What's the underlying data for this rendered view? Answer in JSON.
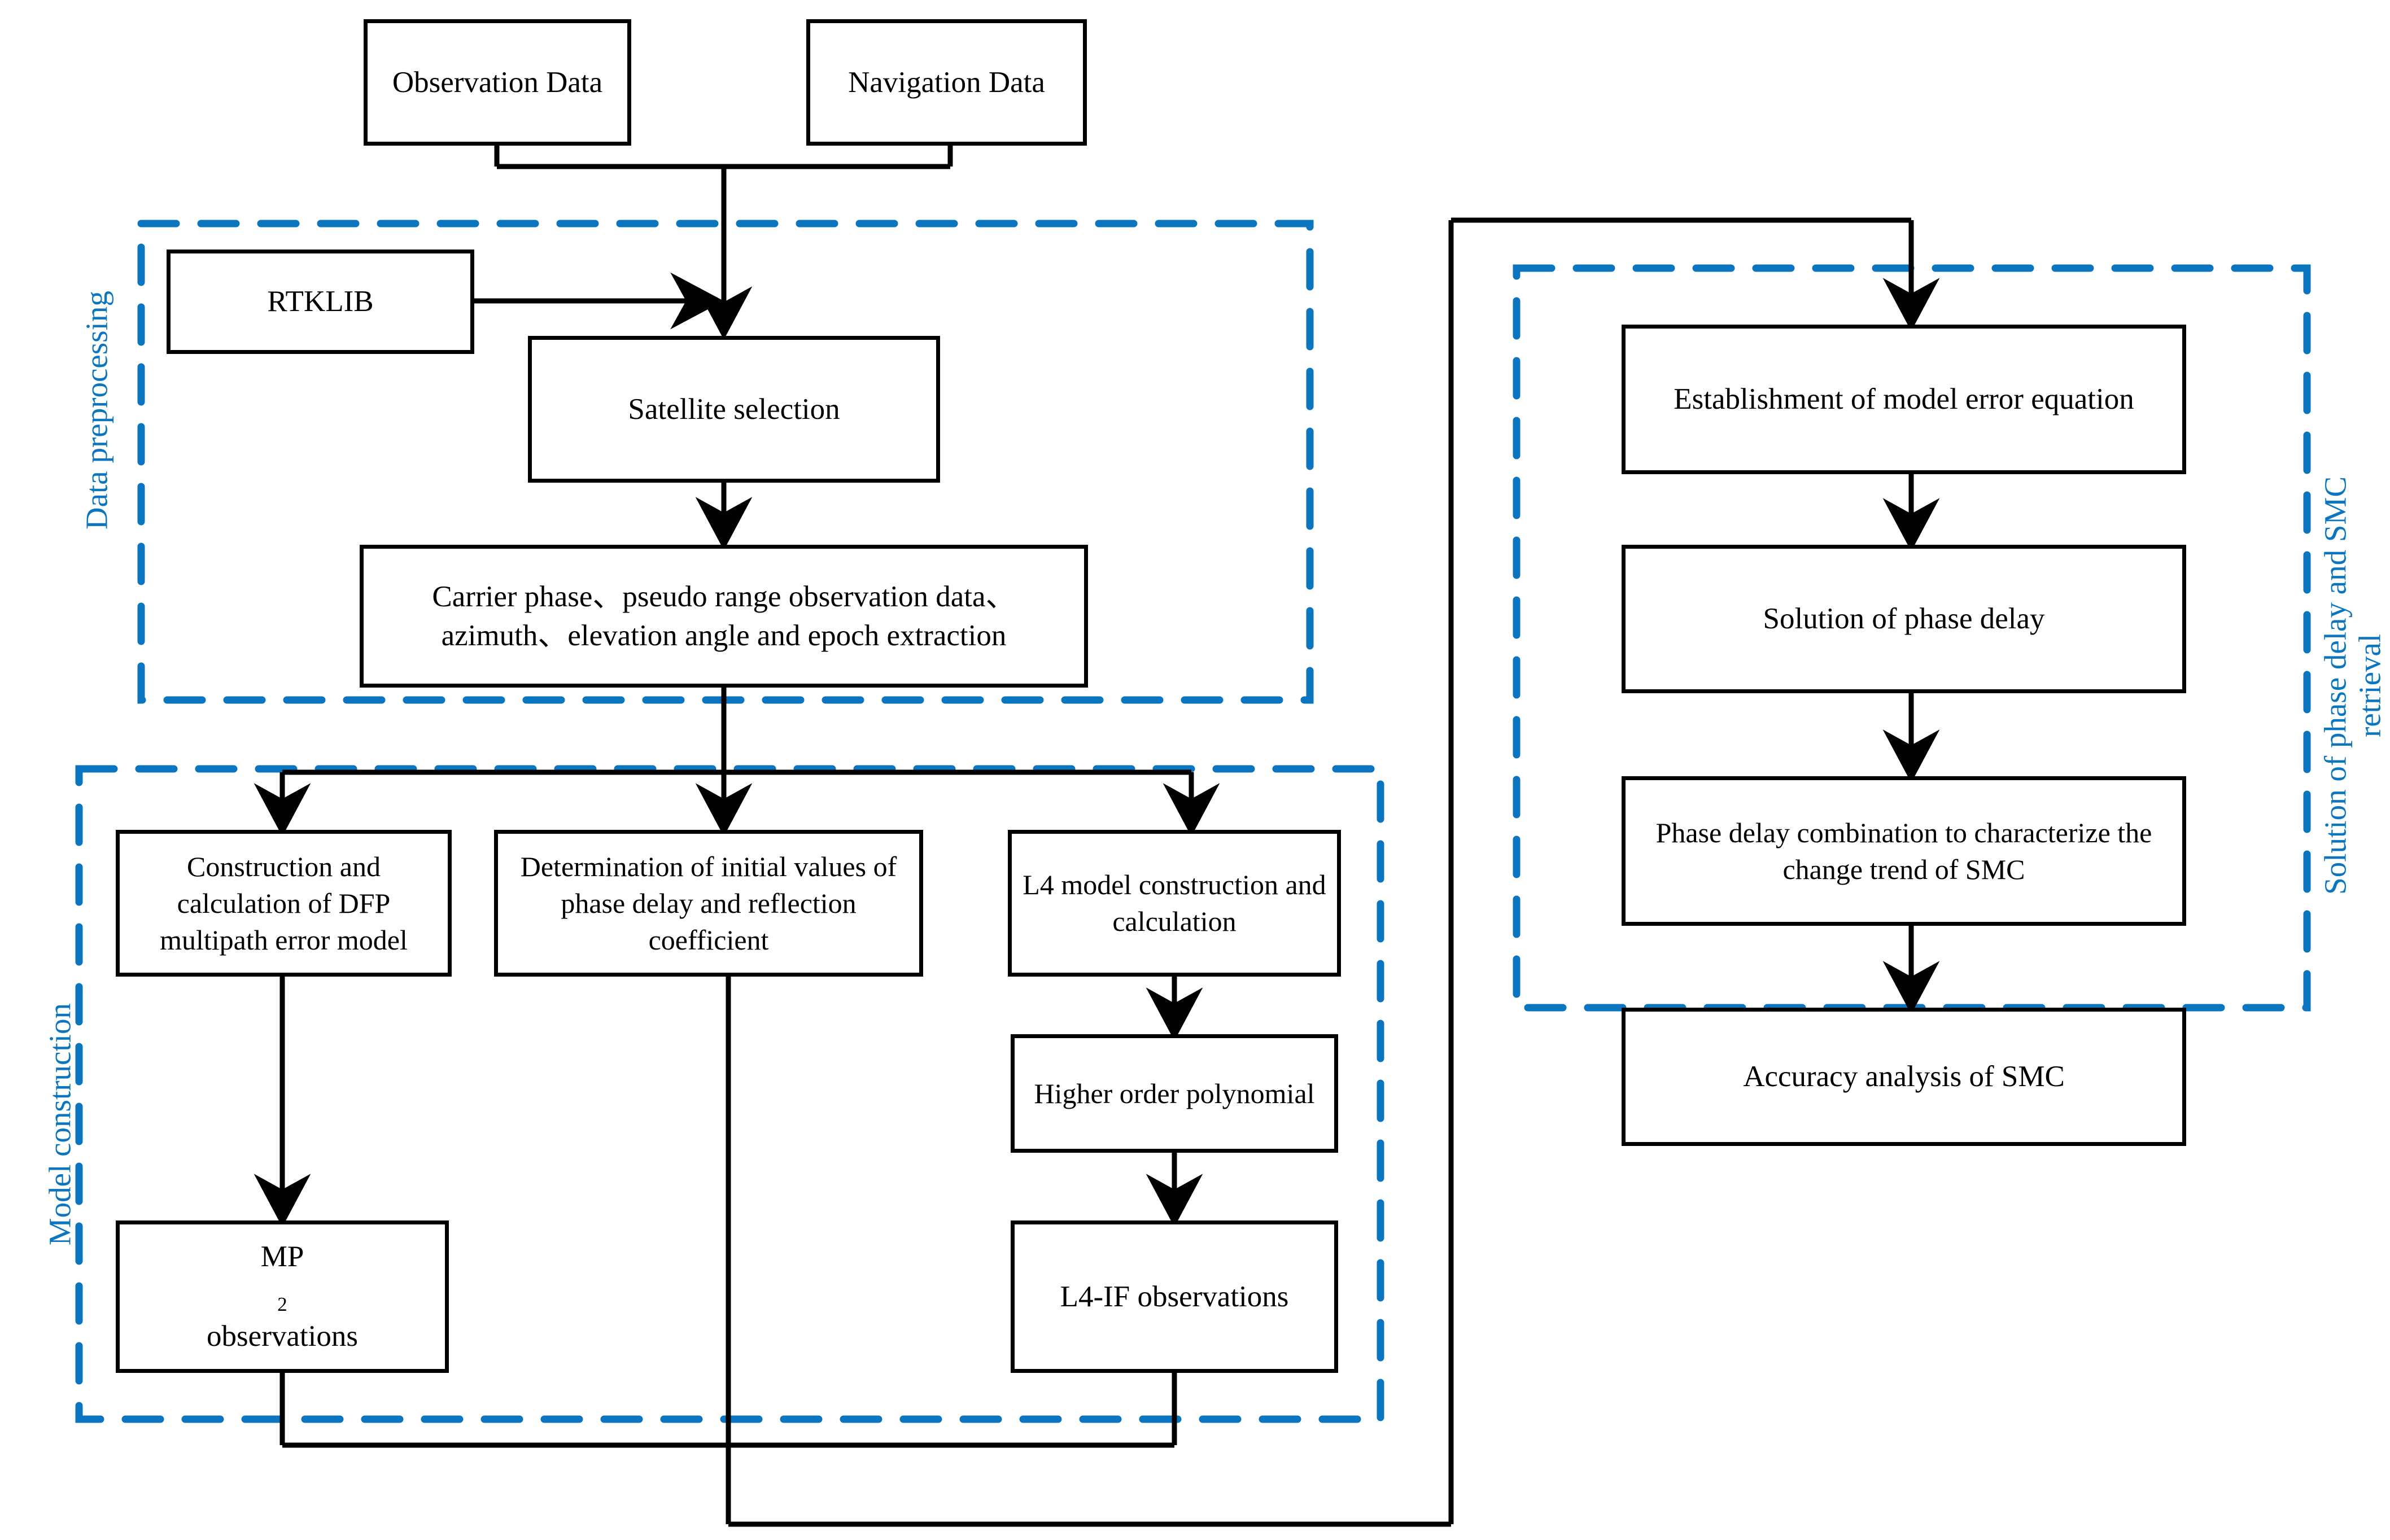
{
  "diagram": {
    "type": "flowchart",
    "title": "GNSS-IR soil moisture content retrieval processing flowchart",
    "accent_color": "#0b75c0",
    "line_color": "#000000",
    "background": "#ffffff"
  },
  "groups": [
    {
      "id": "data-preprocessing",
      "label": "Data preprocessing",
      "side": "left",
      "color": "#0b75c0"
    },
    {
      "id": "model-construction",
      "label": "Model construction",
      "side": "left",
      "color": "#0b75c0"
    },
    {
      "id": "solution-retrieval",
      "label": "Solution of phase delay and SMC\nretrieval",
      "side": "right",
      "color": "#0b75c0"
    }
  ],
  "nodes": {
    "observation_data": "Observation Data",
    "navigation_data": "Navigation Data",
    "rtklib": "RTKLIB",
    "satellite_selection": "Satellite selection",
    "extraction_line1": "Carrier phase、pseudo range observation data、",
    "extraction_line2": "azimuth、elevation angle and epoch extraction",
    "dfp_model": "Construction and calculation of DFP multipath error model",
    "initial_values": "Determination of initial values of  phase delay and reflection coefficient",
    "l4_model": "L4 model construction and calculation",
    "higher_order_polynomial": "Higher order polynomial",
    "mp2_observations_pre": "MP",
    "mp2_observations_sub": "2",
    "mp2_observations_post": " observations",
    "l4if_observations": "L4-IF observations",
    "model_error_equation": "Establishment of model error equation",
    "solution_phase_delay": "Solution of phase delay",
    "phase_delay_combination": "Phase delay combination to characterize the change trend of SMC",
    "accuracy_analysis": "Accuracy analysis of SMC"
  },
  "edges": [
    {
      "from": "observation_data",
      "to": "satellite_selection",
      "style": "elbow-merge"
    },
    {
      "from": "navigation_data",
      "to": "satellite_selection",
      "style": "elbow-merge"
    },
    {
      "from": "rtklib",
      "to": "satellite_selection",
      "style": "right-arrow"
    },
    {
      "from": "satellite_selection",
      "to": "extraction",
      "style": "straight"
    },
    {
      "from": "extraction",
      "to": "dfp_model",
      "style": "fan-out"
    },
    {
      "from": "extraction",
      "to": "initial_values",
      "style": "straight"
    },
    {
      "from": "extraction",
      "to": "l4_model",
      "style": "fan-out"
    },
    {
      "from": "dfp_model",
      "to": "mp2_observations",
      "style": "straight"
    },
    {
      "from": "l4_model",
      "to": "higher_order_polynomial",
      "style": "straight"
    },
    {
      "from": "higher_order_polynomial",
      "to": "l4if_observations",
      "style": "straight"
    },
    {
      "from": "mp2_observations",
      "to": "merge_bus",
      "style": "elbow-merge"
    },
    {
      "from": "l4if_observations",
      "to": "merge_bus",
      "style": "elbow-merge"
    },
    {
      "from": "initial_values",
      "to": "merge_bus",
      "style": "straight-through"
    },
    {
      "from": "merge_bus",
      "to": "model_error_equation",
      "style": "wrap-around-right"
    },
    {
      "from": "model_error_equation",
      "to": "solution_phase_delay",
      "style": "straight"
    },
    {
      "from": "solution_phase_delay",
      "to": "phase_delay_combination",
      "style": "straight"
    },
    {
      "from": "phase_delay_combination",
      "to": "accuracy_analysis",
      "style": "straight"
    }
  ]
}
